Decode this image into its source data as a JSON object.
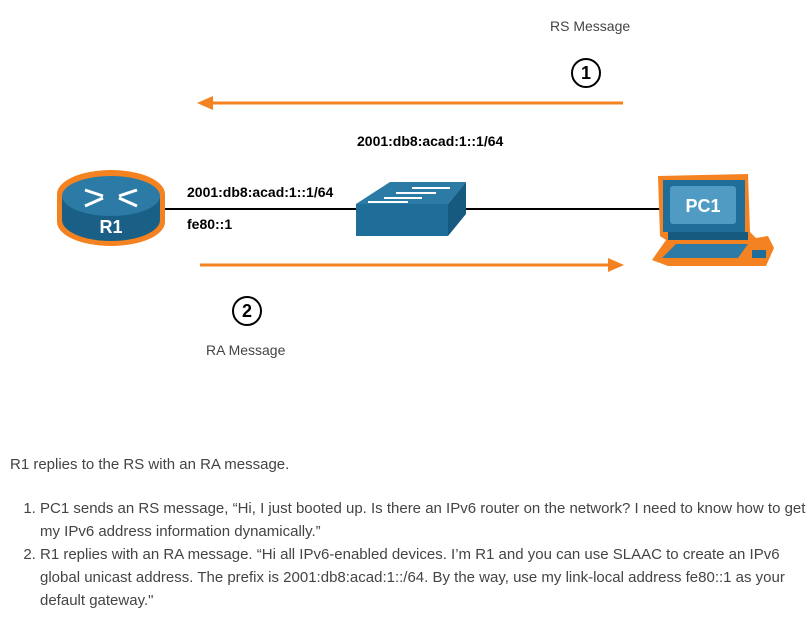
{
  "diagram": {
    "rs_message_label": "RS Message",
    "ra_message_label": "RA Message",
    "step1": "1",
    "step2": "2",
    "top_address": "2001:db8:acad:1::1/64",
    "r1_global_address": "2001:db8:acad:1::1/64",
    "r1_link_local": "fe80::1",
    "router_label": "R1",
    "pc_label": "PC1",
    "colors": {
      "arrow": "#f58220",
      "device": "#1f6e99",
      "outline": "#f58220"
    }
  },
  "text": {
    "caption": "R1 replies to the RS with an RA message.",
    "steps": [
      "PC1 sends an RS message, “Hi, I just booted up. Is there an IPv6 router on the network? I need to know how to get my IPv6 address information dynamically.”",
      "R1 replies with an RA message. “Hi all IPv6-enabled devices. I’m R1 and you can use SLAAC to create an IPv6 global unicast address. The prefix is 2001:db8:acad:1::/64. By the way, use my link-local address fe80::1 as your default gateway.\""
    ]
  }
}
